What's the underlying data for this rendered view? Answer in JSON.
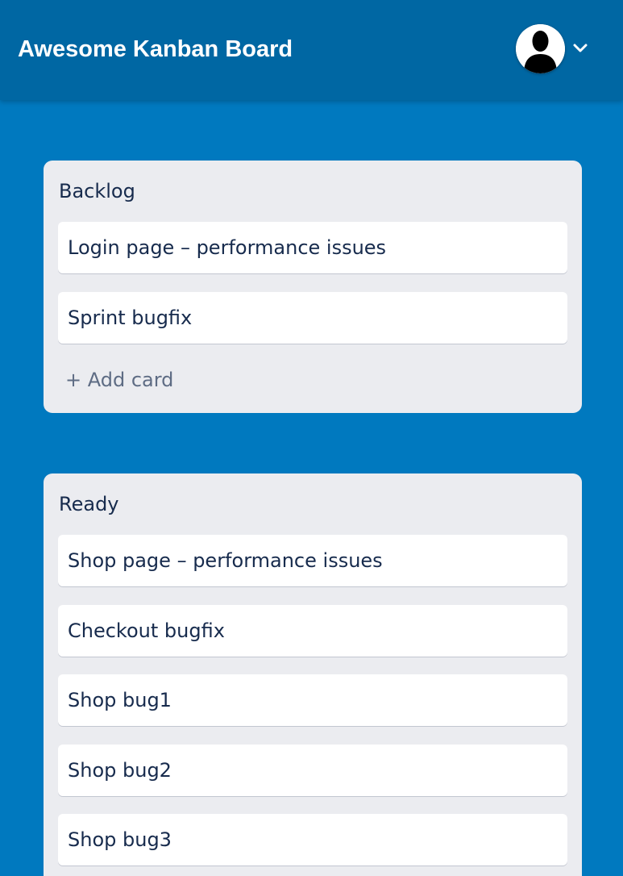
{
  "header": {
    "title": "Awesome Kanban Board",
    "avatar_icon": "user-silhouette-icon",
    "menu_icon": "chevron-down-icon"
  },
  "colors": {
    "board_background": "#0079bf",
    "header_background": "#0067a3",
    "list_background": "#ebecf0",
    "card_background": "#ffffff",
    "text": "#172b4d",
    "muted_text": "#5e6c84"
  },
  "lists": [
    {
      "title": "Backlog",
      "cards": [
        {
          "text": "Login page – performance issues"
        },
        {
          "text": "Sprint bugfix"
        }
      ],
      "add_card_label": "+ Add card"
    },
    {
      "title": "Ready",
      "cards": [
        {
          "text": "Shop page – performance issues"
        },
        {
          "text": "Checkout bugfix"
        },
        {
          "text": "Shop bug1"
        },
        {
          "text": "Shop bug2"
        },
        {
          "text": "Shop bug3"
        }
      ]
    }
  ]
}
